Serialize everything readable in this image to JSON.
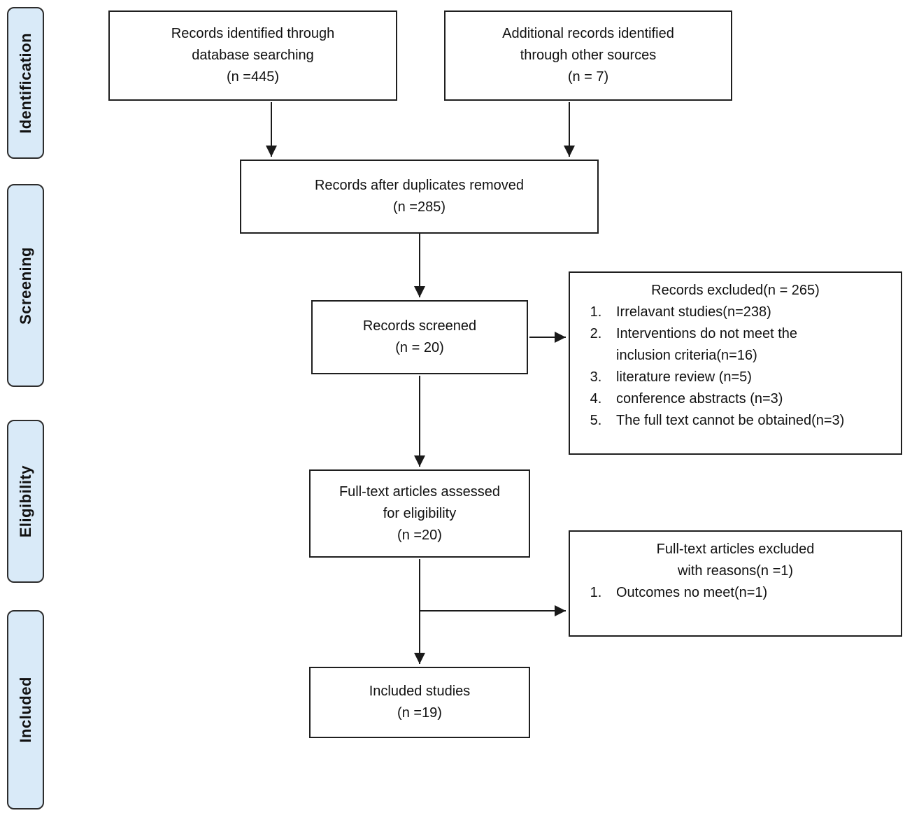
{
  "diagram": {
    "type": "prisma-flowchart",
    "colors": {
      "stage_fill": "#d9eaf8",
      "stage_border": "#2d2d2d",
      "box_border": "#1f1f1f",
      "box_fill": "#ffffff",
      "arrow": "#1a1a1a",
      "text": "#111111"
    },
    "stages": [
      {
        "label": "Identification"
      },
      {
        "label": "Screening"
      },
      {
        "label": "Eligibility"
      },
      {
        "label": "Included"
      }
    ],
    "flow": {
      "identified_db": {
        "lines": [
          "Records identified through",
          "database searching",
          "(n =445)"
        ]
      },
      "identified_other": {
        "lines": [
          "Additional records identified",
          "through other sources",
          "(n = 7)"
        ]
      },
      "duplicates_removed": {
        "lines": [
          "Records after duplicates removed",
          "(n =285)"
        ]
      },
      "screened": {
        "lines": [
          "Records screened",
          "(n = 20)"
        ]
      },
      "records_excluded": {
        "title": "Records excluded(n = 265)",
        "items": [
          "Irrelavant studies(n=238)",
          "Interventions do not meet the\ninclusion criteria(n=16)",
          "literature review (n=5)",
          "conference abstracts (n=3)",
          "The full text cannot be obtained(n=3)"
        ]
      },
      "fulltext_assessed": {
        "lines": [
          "Full-text articles assessed",
          "for eligibility",
          "(n =20)"
        ]
      },
      "fulltext_excluded": {
        "title_lines": [
          "Full-text articles excluded",
          "with reasons(n =1)"
        ],
        "items": [
          "Outcomes no meet(n=1)"
        ]
      },
      "included_studies": {
        "lines": [
          "Included studies",
          "(n =19)"
        ]
      }
    }
  }
}
